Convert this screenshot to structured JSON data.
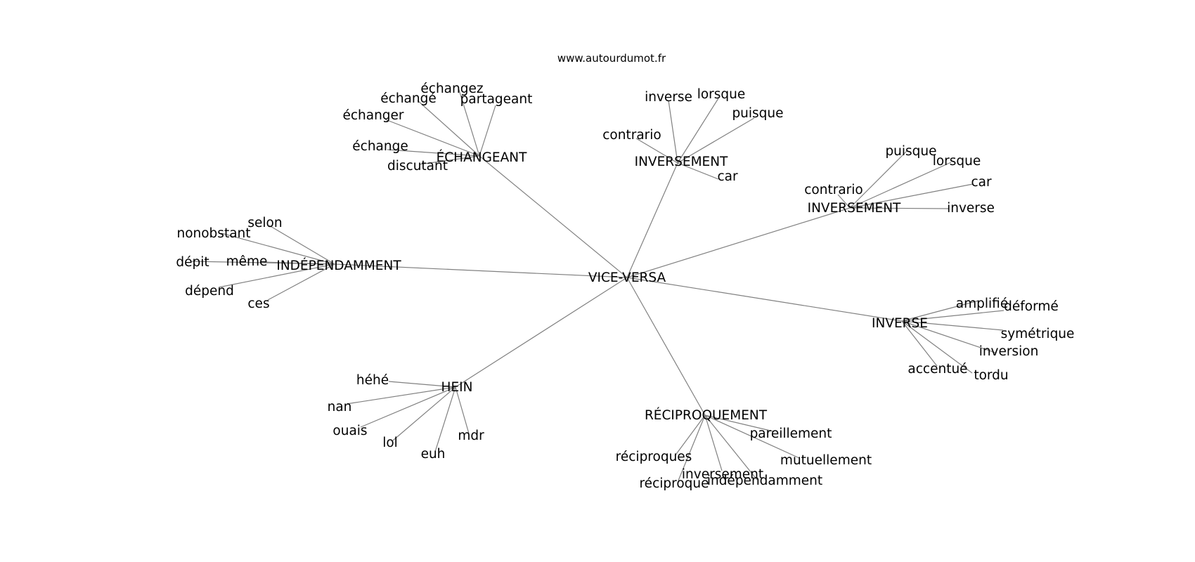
{
  "source": "www.autourdumot.fr",
  "colors": {
    "edge": "#808080",
    "text": "#000000",
    "background": "#ffffff"
  },
  "graph": {
    "center": "VICE-VERSA",
    "clusters": [
      {
        "hub": "ÉCHANGEANT",
        "words": [
          "échangez",
          "échangé",
          "partageant",
          "échanger",
          "échange",
          "discutant"
        ]
      },
      {
        "hub": "INVERSEMENT",
        "words": [
          "inverse",
          "lorsque",
          "puisque",
          "contrario",
          "car"
        ]
      },
      {
        "hub": "INVERSEMENT",
        "words": [
          "puisque",
          "lorsque",
          "car",
          "contrario",
          "inverse"
        ]
      },
      {
        "hub": "INDÉPENDAMMENT",
        "words": [
          "selon",
          "nonobstant",
          "dépit",
          "même",
          "dépend",
          "ces"
        ]
      },
      {
        "hub": "INVERSE",
        "words": [
          "amplifié",
          "déformé",
          "symétrique",
          "inversion",
          "accentué",
          "tordu"
        ]
      },
      {
        "hub": "HEIN",
        "words": [
          "héhé",
          "nan",
          "ouais",
          "lol",
          "euh",
          "mdr"
        ]
      },
      {
        "hub": "RÉCIPROQUEMENT",
        "words": [
          "pareillement",
          "réciproques",
          "mutuellement",
          "inversement",
          "indépendamment",
          "réciproque"
        ]
      }
    ]
  }
}
